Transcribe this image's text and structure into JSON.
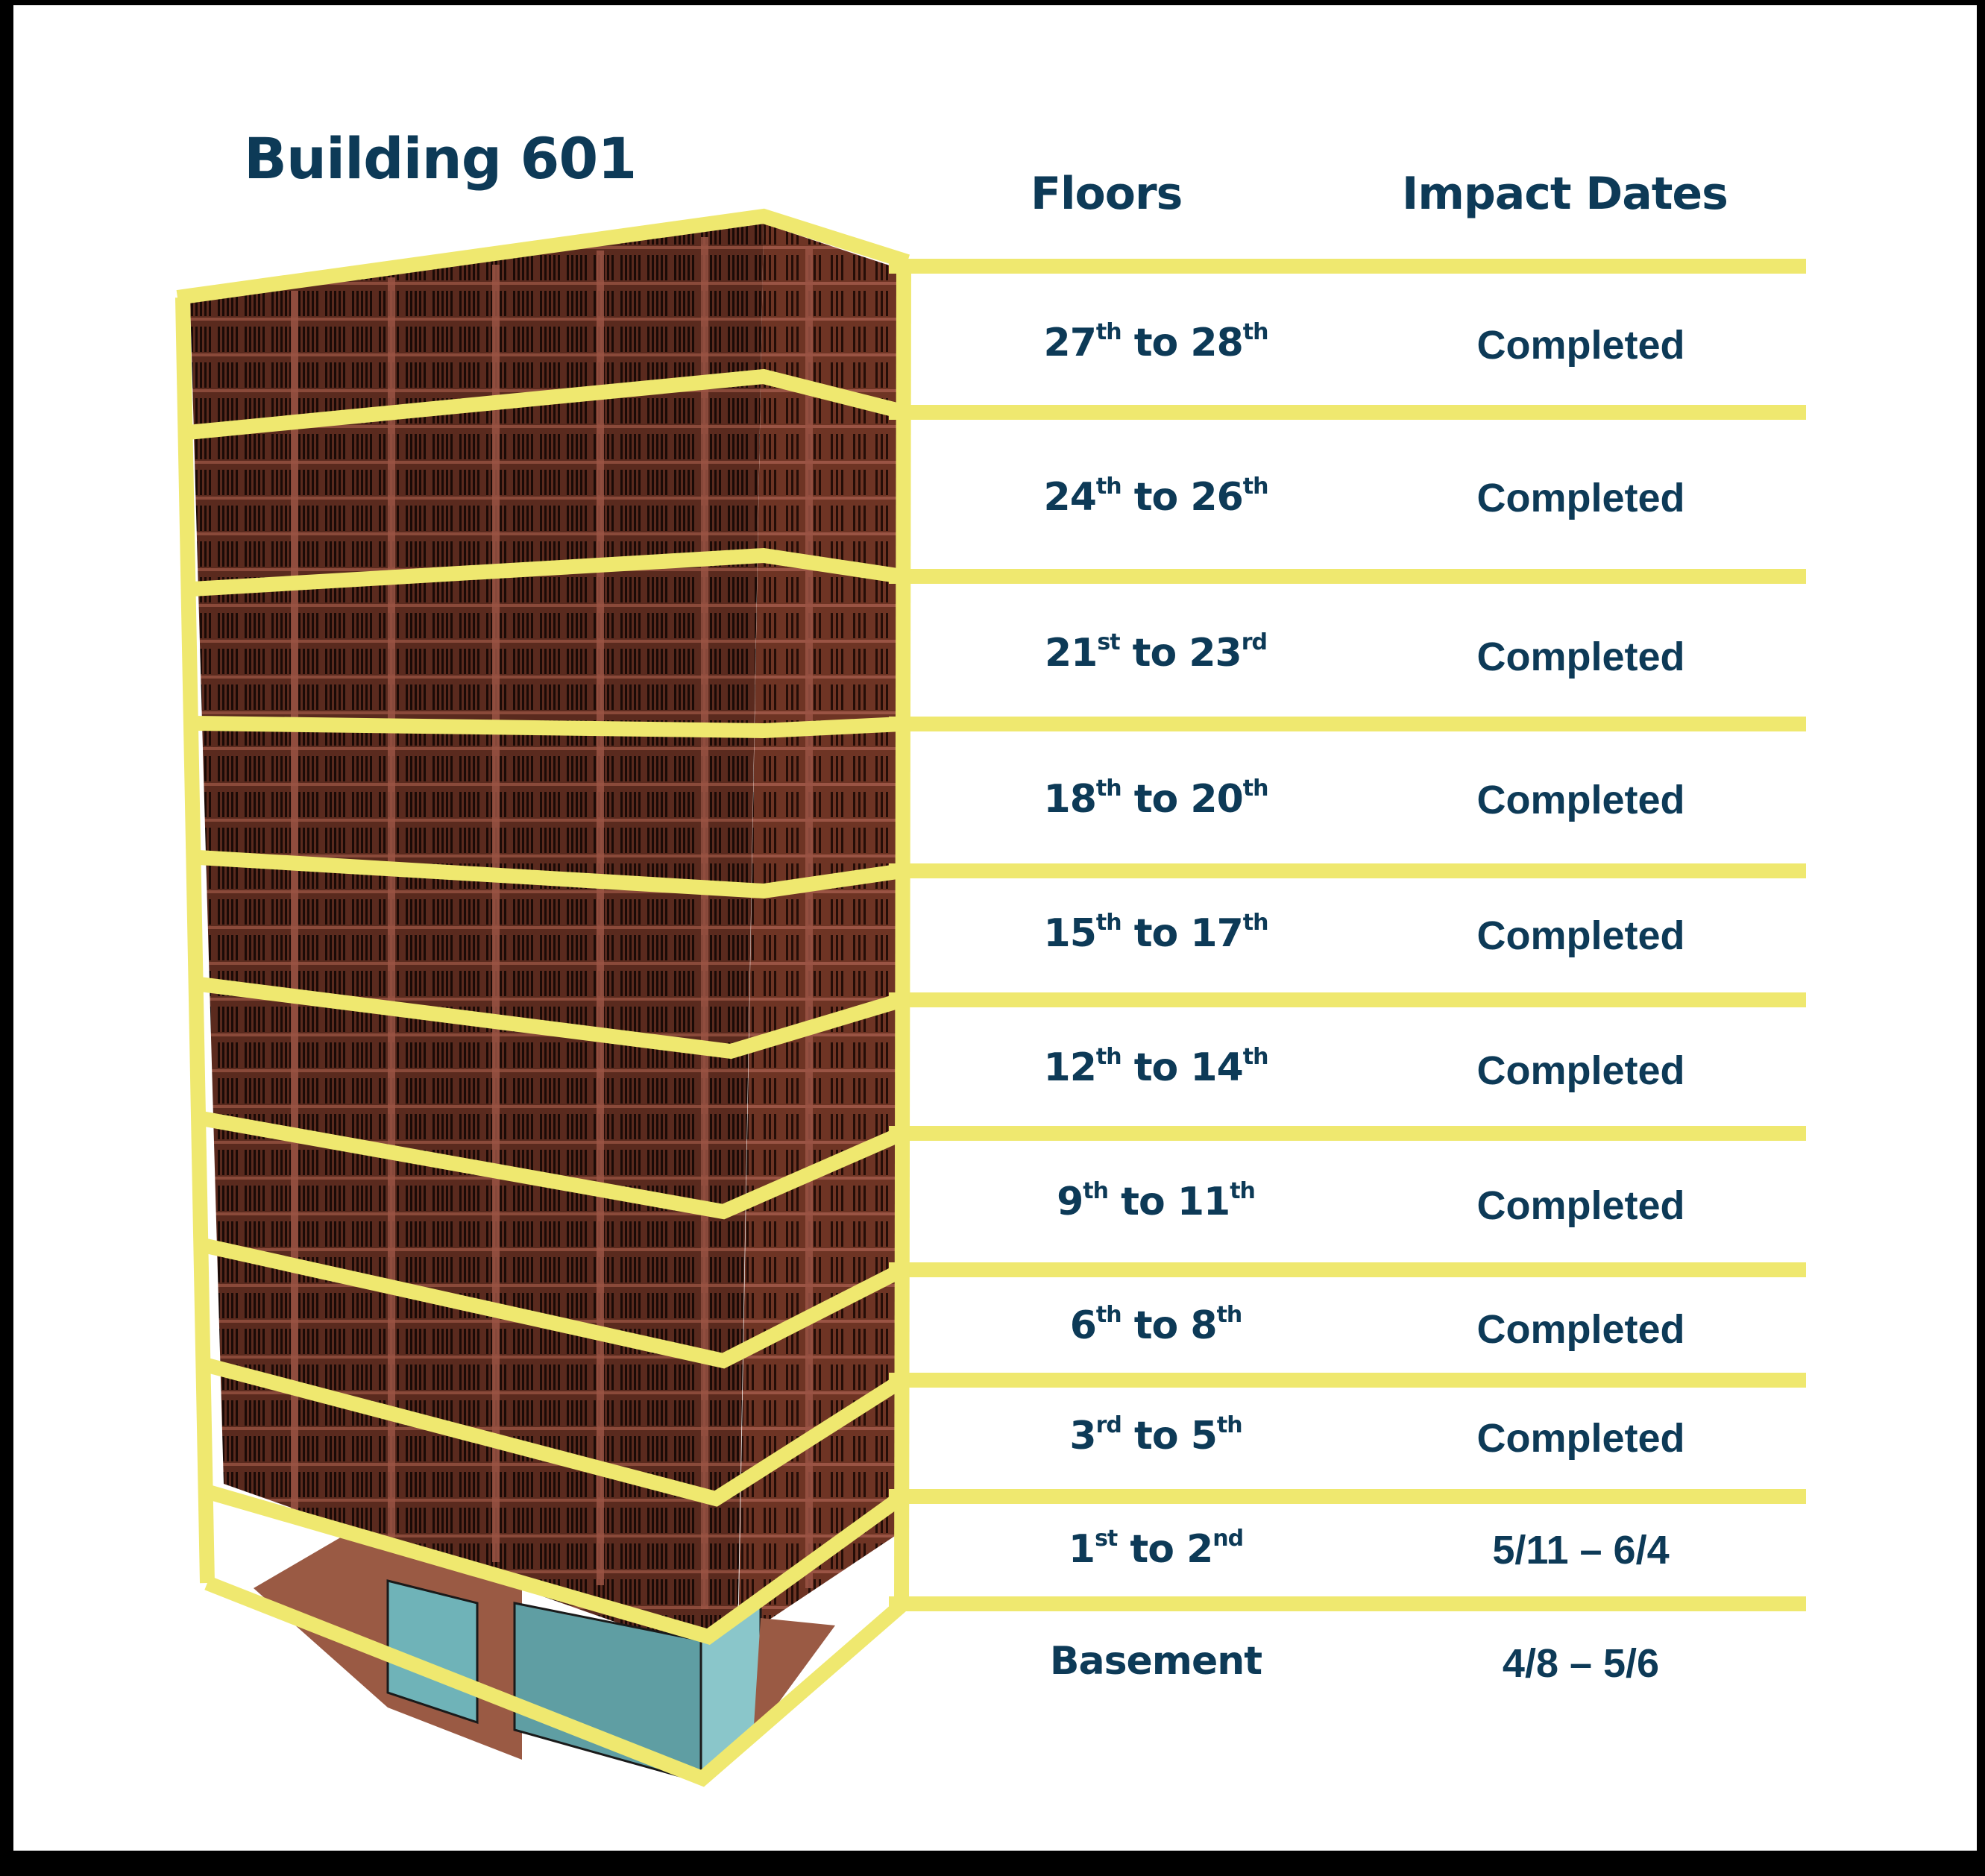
{
  "title": "Building 601",
  "columns": {
    "floors": "Floors",
    "impact_dates": "Impact Dates"
  },
  "colors": {
    "text": "#0d3a57",
    "highlight": "#efe86f",
    "brick": "#5a2a1e",
    "glass": "#6fb3b8"
  },
  "rows": [
    {
      "floor_a": "27",
      "sup_a": "th",
      "floor_b": "28",
      "sup_b": "th",
      "date": "Completed"
    },
    {
      "floor_a": "24",
      "sup_a": "th",
      "floor_b": "26",
      "sup_b": "th",
      "date": "Completed"
    },
    {
      "floor_a": "21",
      "sup_a": "st",
      "floor_b": "23",
      "sup_b": "rd",
      "date": "Completed"
    },
    {
      "floor_a": "18",
      "sup_a": "th",
      "floor_b": "20",
      "sup_b": "th",
      "date": "Completed"
    },
    {
      "floor_a": "15",
      "sup_a": "th",
      "floor_b": "17",
      "sup_b": "th",
      "date": "Completed"
    },
    {
      "floor_a": "12",
      "sup_a": "th",
      "floor_b": "14",
      "sup_b": "th",
      "date": "Completed"
    },
    {
      "floor_a": "9",
      "sup_a": "th",
      "floor_b": "11",
      "sup_b": "th",
      "date": "Completed"
    },
    {
      "floor_a": "6",
      "sup_a": "th",
      "floor_b": "8",
      "sup_b": "th",
      "date": "Completed"
    },
    {
      "floor_a": "3",
      "sup_a": "rd",
      "floor_b": "5",
      "sup_b": "th",
      "date": "Completed"
    },
    {
      "floor_a": "1",
      "sup_a": "st",
      "floor_b": "2",
      "sup_b": "nd",
      "date": "5/11 – 6/4"
    }
  ],
  "basement": {
    "floor": "Basement",
    "date": "4/8 – 5/6"
  },
  "connector": "to"
}
